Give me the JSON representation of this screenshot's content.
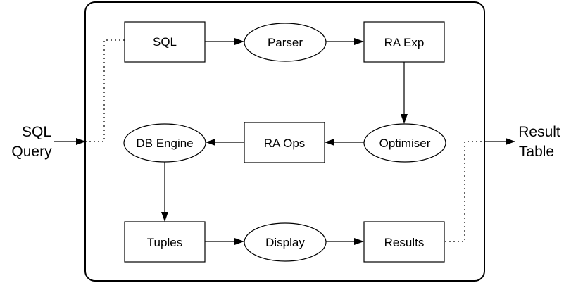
{
  "external": {
    "input_line1": "SQL",
    "input_line2": "Query",
    "output_line1": "Result",
    "output_line2": "Table"
  },
  "nodes": {
    "sql": "SQL",
    "parser": "Parser",
    "ra_exp": "RA Exp",
    "db_engine": "DB Engine",
    "ra_ops": "RA Ops",
    "optimiser": "Optimiser",
    "tuples": "Tuples",
    "display": "Display",
    "results": "Results"
  }
}
